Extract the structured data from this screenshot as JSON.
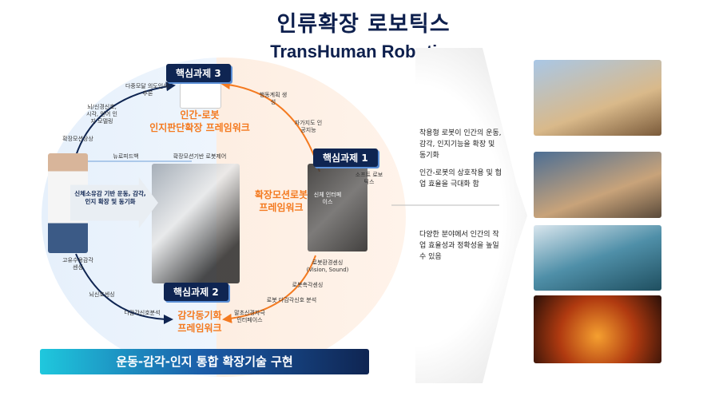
{
  "title": "인류확장 로보틱스",
  "subtitle": "TransHuman Robotics",
  "tasks": {
    "task1": {
      "badge": "핵심과제 1",
      "name_line1": "확장모션로봇",
      "name_line2": "프레임워크"
    },
    "task2": {
      "badge": "핵심과제 2",
      "name_line1": "감각동기화",
      "name_line2": "프레임워크"
    },
    "task3": {
      "badge": "핵심과제 3",
      "name_line1": "인간-로봇",
      "name_line2": "인지판단확장 프레임워크"
    }
  },
  "labels": {
    "multimodal": "다중모달 의도인식/추론",
    "brain_model": "뇌/신경신호, 시각, 언어 인지 모델링",
    "ext_motion_state": "확장모션상상",
    "neurofeedback": "뉴로피드백",
    "ext_motion_control": "확장모션기반 로봇제어",
    "action_plan": "행동계획 생성",
    "self_supervised": "자가지도 인공지능",
    "soft_robotics": "소프트 로보틱스",
    "interface": "신체 인터페이스",
    "env_sensing": "로봇환경센싱 (Vision, Sound)",
    "tactile": "로봇촉각센싱",
    "robot_signal": "로봇 다감각신호 분석",
    "peripheral": "말초신경자극 인터페이스",
    "proprio": "고유수용감각 센싱",
    "brain_sensing": "뇌신호센싱",
    "multisense": "다감각신호분석",
    "arrow_text": "신체소유감 기반 운동, 감각, 인지 확장 및 동기화"
  },
  "bottom_bar": "운동-감각-인지 통합 확장기술 구현",
  "right_text": {
    "p1": "착용형 로봇이 인간의 운동, 감각, 인지기능을 확장 및 동기화",
    "p2": "인간-로봇의 상호작용 및 협업 효율을 극대화 함",
    "p3": "다양한 분야에서 인간의 작업 효율성과 정확성을 높일 수 있음"
  },
  "colors": {
    "navy": "#0f2552",
    "orange": "#f47a20",
    "blue_bg": "#e6f0fb",
    "orange_bg": "#fdeee2"
  }
}
